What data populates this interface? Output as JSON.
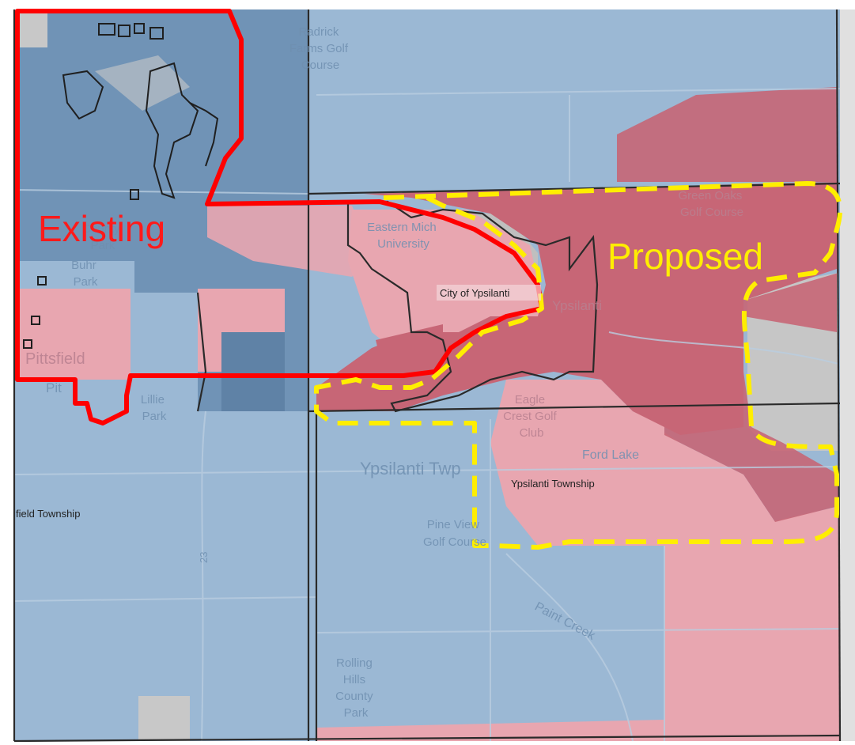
{
  "legend_labels": {
    "existing": "Existing",
    "proposed": "Proposed"
  },
  "place_labels": {
    "radrick": [
      "Radrick",
      "Farms Golf",
      "Course"
    ],
    "green_oaks": [
      "Green Oaks",
      "Golf Course"
    ],
    "emu": [
      "Eastern Mich",
      "University"
    ],
    "city_ypsilanti": "City of Ypsilanti",
    "ypsilanti_short": "Ypsilanti",
    "county_park": [
      "County",
      "Park"
    ],
    "buhr": [
      "Buhr",
      "Park"
    ],
    "pittsfield": "Pittsfield",
    "pittsfield_short": "Pit",
    "lillie": [
      "Lillie",
      "Park"
    ],
    "eagle_crest": [
      "Eagle",
      "Crest Golf",
      "Club"
    ],
    "ypsilanti_twp_big": "Ypsilanti Twp",
    "ypsilanti_township": "Ypsilanti Township",
    "ford_lake": "Ford Lake",
    "pittsfield_township": "field Township",
    "pine_view": [
      "Pine View",
      "Golf Course"
    ],
    "paint_creek": "Paint Creek",
    "rolling_hills": [
      "Rolling",
      "Hills",
      "County",
      "Park"
    ],
    "route": "23"
  },
  "colors": {
    "light_blue": "#9bb8d4",
    "dark_blue": "#6c8fb2",
    "pink": "#e8a6b0",
    "dark_red": "#c76676",
    "gray": "#c8c8c8",
    "existing_outline": "#ff0000",
    "proposed_outline": "#ffee00",
    "boundary": "#2a2a2a"
  }
}
